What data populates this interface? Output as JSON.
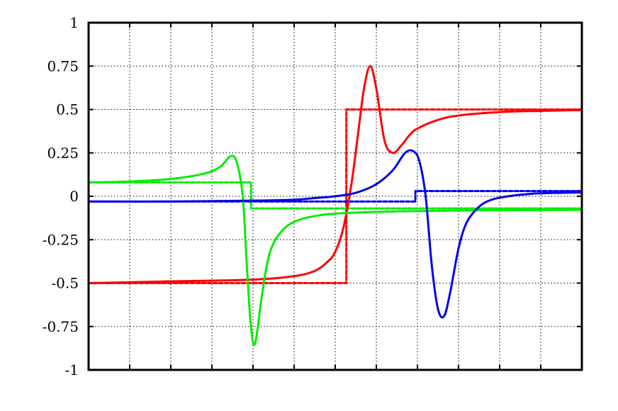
{
  "chart_data": {
    "type": "line",
    "title": "",
    "xlabel": "",
    "ylabel": "",
    "xlim": [
      0,
      12
    ],
    "ylim": [
      -1,
      1
    ],
    "x_ticks": [
      0,
      1,
      2,
      3,
      4,
      5,
      6,
      7,
      8,
      9,
      10,
      11,
      12
    ],
    "y_tick_labels": [
      "1",
      "0.75",
      "0.5",
      "0.25",
      "0",
      "-0.25",
      "-0.5",
      "-0.75",
      "-1"
    ],
    "y_ticks": [
      1,
      0.75,
      0.5,
      0.25,
      0,
      -0.25,
      -0.5,
      -0.75,
      -1
    ],
    "grid": true,
    "legend": "none",
    "series": [
      {
        "color": "#ff0000",
        "style": "solid",
        "x": [
          0,
          2,
          4,
          5,
          5.5,
          5.8,
          6.0,
          6.2,
          6.4,
          6.55,
          6.7,
          6.85,
          7.0,
          7.2,
          7.4,
          7.6,
          7.8,
          8.0,
          8.5,
          9,
          10,
          11,
          12
        ],
        "y": [
          -0.5,
          -0.49,
          -0.48,
          -0.46,
          -0.43,
          -0.38,
          -0.32,
          -0.18,
          0.08,
          0.35,
          0.62,
          0.75,
          0.62,
          0.32,
          0.25,
          0.29,
          0.35,
          0.39,
          0.44,
          0.465,
          0.485,
          0.492,
          0.497
        ]
      },
      {
        "color": "#ff0000",
        "style": "dashed",
        "x": [
          0,
          6.27,
          6.27,
          12
        ],
        "y": [
          -0.5,
          -0.5,
          0.5,
          0.5
        ]
      },
      {
        "color": "#00ee00",
        "style": "solid",
        "x": [
          0,
          1,
          2,
          2.8,
          3.2,
          3.45,
          3.6,
          3.75,
          3.85,
          3.95,
          4.05,
          4.2,
          4.35,
          4.5,
          4.7,
          4.9,
          5.2,
          5.6,
          6,
          7,
          8,
          9,
          10,
          12
        ],
        "y": [
          0.08,
          0.085,
          0.1,
          0.13,
          0.17,
          0.23,
          0.2,
          0.0,
          -0.4,
          -0.75,
          -0.85,
          -0.6,
          -0.38,
          -0.27,
          -0.2,
          -0.16,
          -0.13,
          -0.11,
          -0.1,
          -0.09,
          -0.085,
          -0.082,
          -0.08,
          -0.078
        ]
      },
      {
        "color": "#00ee00",
        "style": "dashed",
        "x": [
          0,
          3.95,
          3.95,
          12
        ],
        "y": [
          0.08,
          0.08,
          -0.07,
          -0.07
        ]
      },
      {
        "color": "#0000ee",
        "style": "solid",
        "x": [
          0,
          2,
          4,
          5,
          5.5,
          6.0,
          6.5,
          7.0,
          7.4,
          7.7,
          7.9,
          8.05,
          8.2,
          8.35,
          8.5,
          8.65,
          8.8,
          9.0,
          9.2,
          9.5,
          9.8,
          10.2,
          10.8,
          11.5,
          12
        ],
        "y": [
          -0.03,
          -0.03,
          -0.025,
          -0.02,
          -0.01,
          0.0,
          0.02,
          0.07,
          0.15,
          0.25,
          0.26,
          0.2,
          0.0,
          -0.4,
          -0.65,
          -0.69,
          -0.55,
          -0.3,
          -0.15,
          -0.06,
          -0.02,
          0.0,
          0.015,
          0.02,
          0.022
        ]
      },
      {
        "color": "#0000ee",
        "style": "dashed",
        "x": [
          0,
          7.95,
          7.95,
          12
        ],
        "y": [
          -0.03,
          -0.03,
          0.03,
          0.03
        ]
      }
    ]
  }
}
